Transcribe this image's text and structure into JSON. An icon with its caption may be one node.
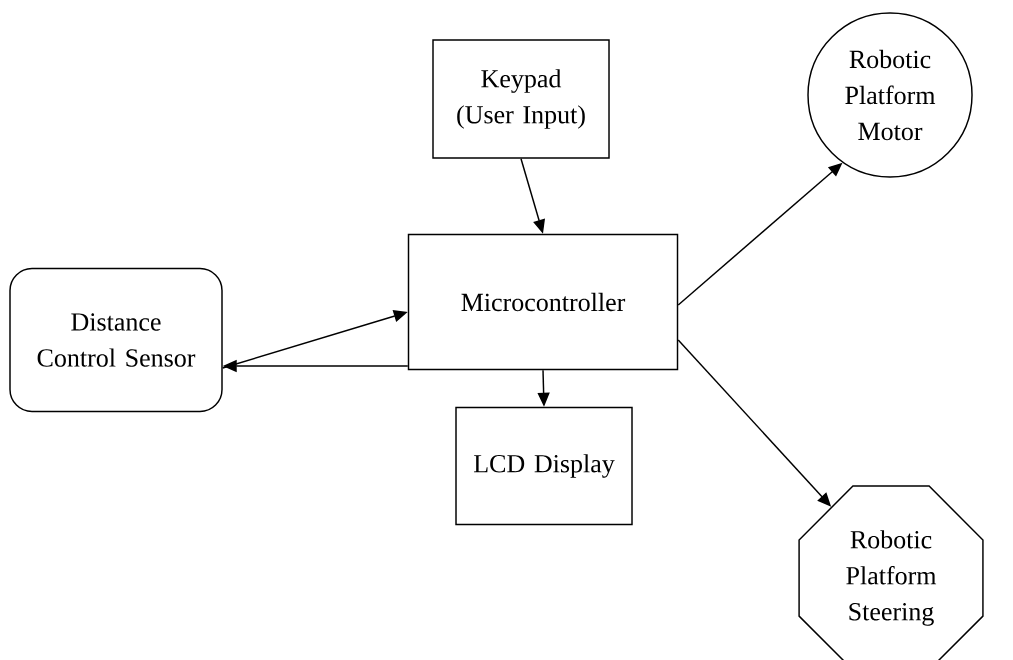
{
  "diagram": {
    "nodes": [
      {
        "text": [
          "Keypad (User Input)"
        ]
      },
      {
        "text": [
          "Robotic Platform Motor"
        ]
      },
      {
        "text": [
          "Distance Control Sensor"
        ]
      },
      {
        "text": [
          "Microcontroller"
        ]
      },
      {
        "text": [
          "LCD Display"
        ]
      },
      {
        "text": [
          "Robotic Platform Steering"
        ]
      }
    ],
    "edges": [
      {
        "from": 0,
        "to": 3,
        "arrow": "to"
      },
      {
        "from": 2,
        "to": 3,
        "arrow": "to"
      },
      {
        "from": 3,
        "to": 2,
        "arrow": "to"
      },
      {
        "from": 3,
        "to": 4,
        "arrow": "to"
      },
      {
        "from": 3,
        "to": 1,
        "arrow": "to"
      },
      {
        "from": 3,
        "to": 5,
        "arrow": "to"
      }
    ]
  }
}
